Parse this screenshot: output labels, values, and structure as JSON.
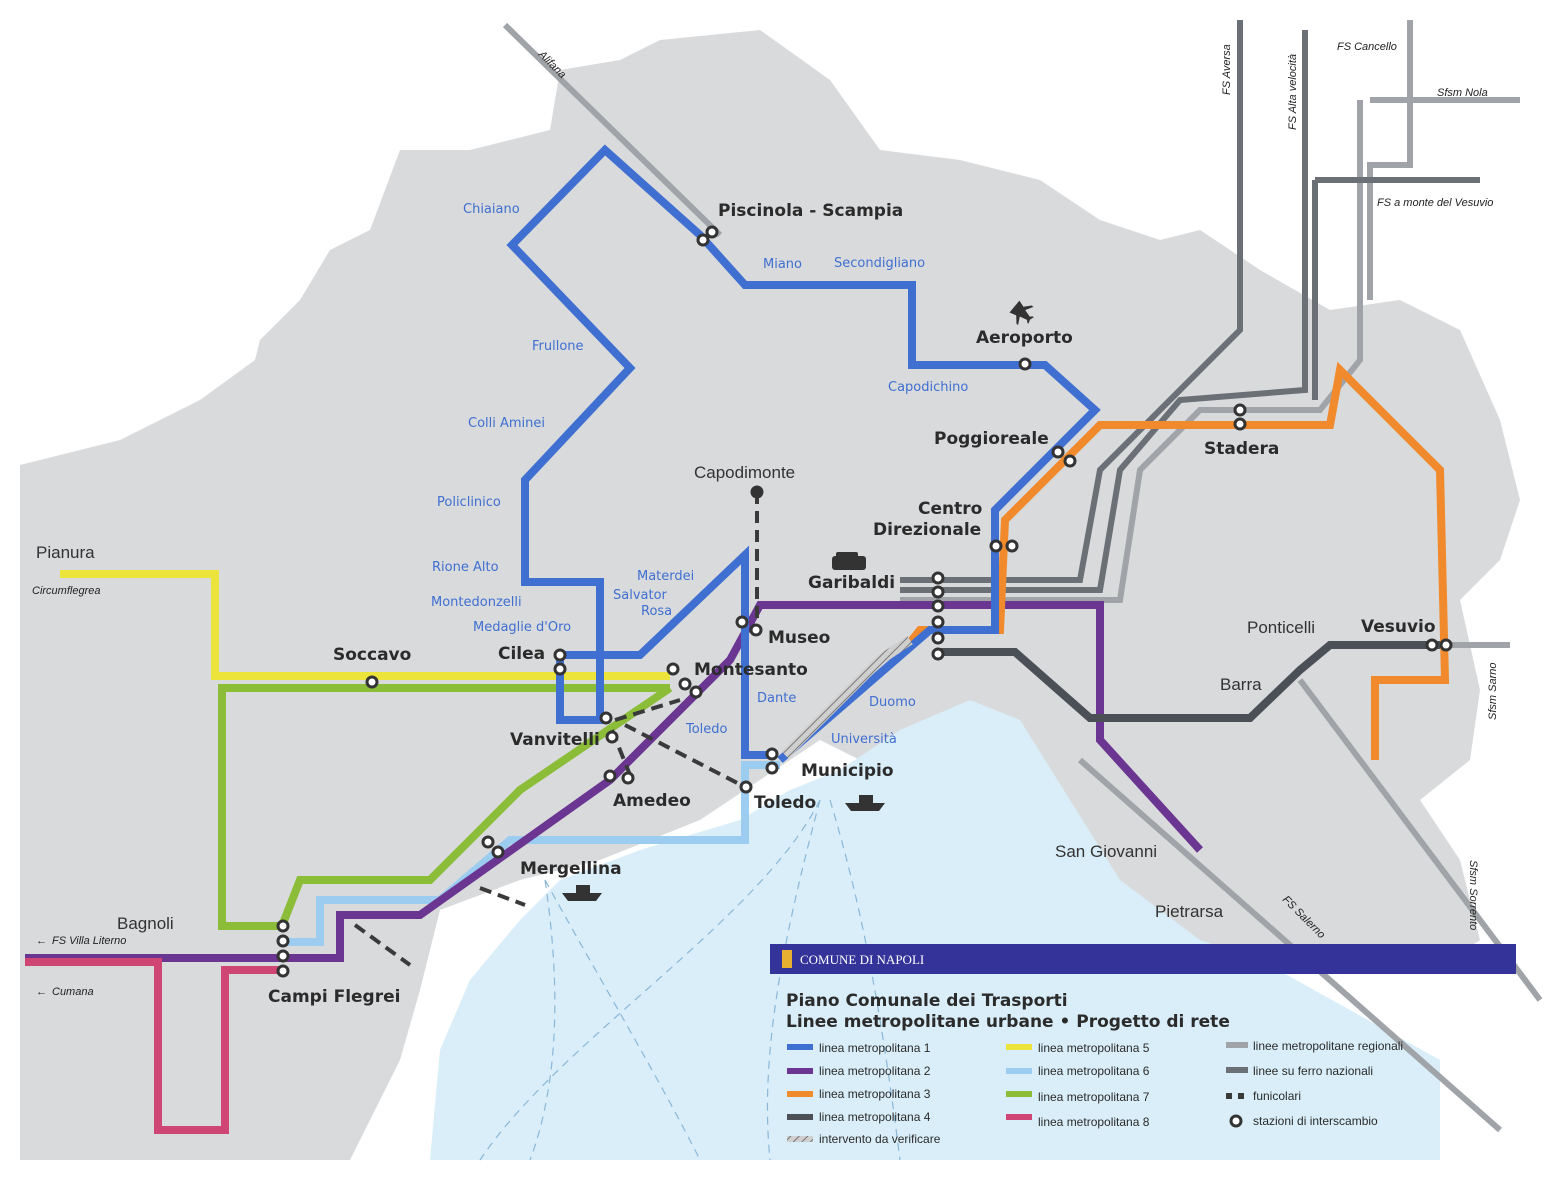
{
  "map": {
    "colors": {
      "line1": "#3f6fd1",
      "line2": "#6b3592",
      "line3": "#f08a2c",
      "line4": "#4b5057",
      "line5": "#ece43a",
      "line6": "#9ccdf0",
      "line7": "#8bbd38",
      "line8": "#cf4573",
      "regional": "#a0a4a8",
      "national": "#6b7076",
      "land": "#d9dadc",
      "sea": "#d9eef8",
      "banner": "#33339a"
    },
    "stations_line1": {
      "chiaiano": "Chiaiano",
      "piscinola": "Piscinola - Scampia",
      "miano": "Miano",
      "secondigliano": "Secondigliano",
      "frullone": "Frullone",
      "aeroporto": "Aeroporto",
      "capodichino": "Capodichino",
      "colli_aminei": "Colli Aminei",
      "poggioreale": "Poggioreale",
      "policlinico": "Policlinico",
      "centro_direzionale_1": "Centro",
      "centro_direzionale_2": "Direzionale",
      "rione_alto": "Rione Alto",
      "materdei": "Materdei",
      "salvator": "Salvator",
      "rosa": "Rosa",
      "montedonzelli": "Montedonzelli",
      "medaglie": "Medaglie d'Oro",
      "dante": "Dante",
      "toledo": "Toledo",
      "duomo": "Duomo",
      "universita": "Università"
    },
    "stations_main": {
      "capodimonte": "Capodimonte",
      "garibaldi": "Garibaldi",
      "museo": "Museo",
      "montesanto": "Montesanto",
      "cilea": "Cilea",
      "soccavo": "Soccavo",
      "pianura": "Pianura",
      "vanvitelli": "Vanvitelli",
      "amedeo": "Amedeo",
      "toledo": "Toledo",
      "municipio": "Municipio",
      "mergellina": "Mergellina",
      "bagnoli": "Bagnoli",
      "campi_flegrei": "Campi Flegrei",
      "stadera": "Stadera",
      "ponticelli": "Ponticelli",
      "vesuvio": "Vesuvio",
      "barra": "Barra",
      "san_giovanni": "San Giovanni",
      "pietrarsa": "Pietrarsa"
    },
    "italic_labels": {
      "alifana": "Alifana",
      "fs_aversa": "FS Aversa",
      "fs_alta": "FS Alta velocità",
      "fs_cancello": "FS Cancello",
      "sfsm_nola": "Sfsm Nola",
      "fs_vesuvio": "FS a monte del Vesuvio",
      "circumflegrea": "Circumflegrea",
      "fs_villa": "FS Villa Literno",
      "cumana": "Cumana",
      "sfsm_sarno": "Sfsm Sarno",
      "sfsm_sorrento": "Sfsm Sorrento",
      "fs_salerno": "FS Salerno"
    },
    "icons": [
      "airplane-icon",
      "train-icon",
      "ship-icon"
    ]
  },
  "legend": {
    "banner": "COMUNE DI NAPOLI",
    "title": "Piano Comunale dei Trasporti",
    "subtitle": "Linee metropolitane urbane • Progetto di rete",
    "items": [
      {
        "label": "linea metropolitana 1",
        "color": "#3f6fd1"
      },
      {
        "label": "linea metropolitana 2",
        "color": "#6b3592"
      },
      {
        "label": "linea metropolitana 3",
        "color": "#f08a2c"
      },
      {
        "label": "linea metropolitana 4",
        "color": "#4b5057"
      },
      {
        "label": "intervento da verificare",
        "color": "#888888"
      },
      {
        "label": "linea metropolitana 5",
        "color": "#ece43a"
      },
      {
        "label": "linea metropolitana 6",
        "color": "#9ccdf0"
      },
      {
        "label": "linea metropolitana 7",
        "color": "#8bbd38"
      },
      {
        "label": "linea metropolitana 8",
        "color": "#cf4573"
      },
      {
        "label": "linee metropolitane regionali",
        "color": "#a0a4a8"
      },
      {
        "label": "linee su ferro nazionali",
        "color": "#6b7076"
      },
      {
        "label": "funicolari",
        "color": "#3a3a3a"
      },
      {
        "label": "stazioni di interscambio",
        "color": "#3a3a3a"
      }
    ]
  }
}
